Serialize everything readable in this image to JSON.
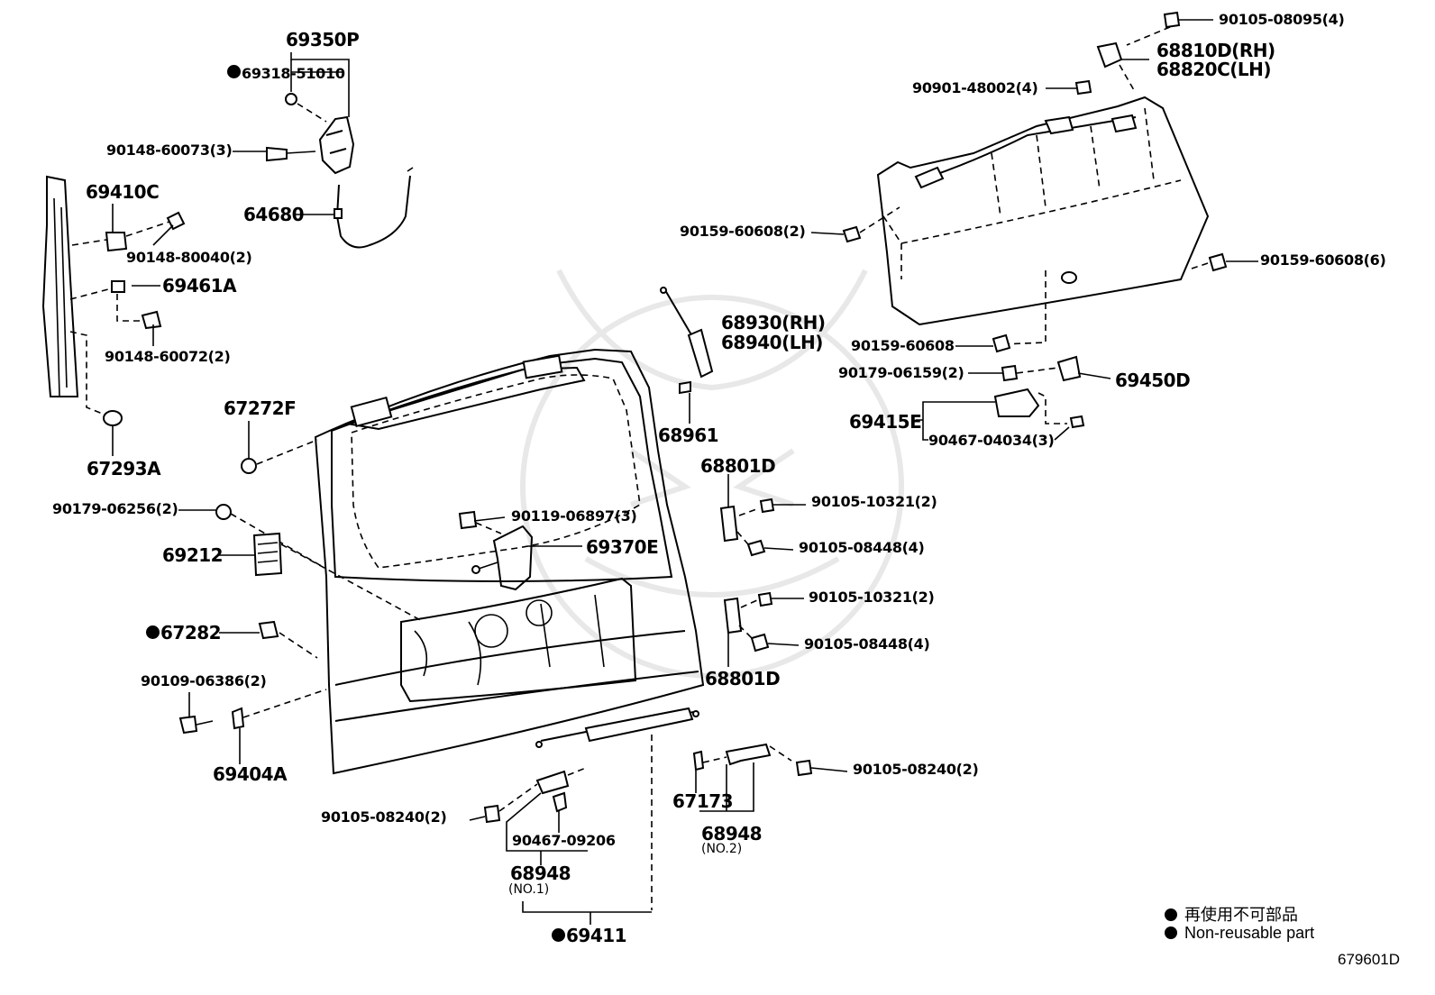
{
  "labels": {
    "p69350P": "69350P",
    "p69318": "69318-51010",
    "p90148_60073": "90148-60073(3)",
    "p64680": "64680",
    "p69410C": "69410C",
    "p90148_80040": "90148-80040(2)",
    "p69461A": "69461A",
    "p90148_60072": "90148-60072(2)",
    "p67293A": "67293A",
    "p67272F": "67272F",
    "p90179_06256": "90179-06256(2)",
    "p69212": "69212",
    "p67282": "67282",
    "p90109_06386": "90109-06386(2)",
    "p69404A": "69404A",
    "p90119_06897": "90119-06897(3)",
    "p69370E": "69370E",
    "p68930": "68930(RH)",
    "p68940": "68940(LH)",
    "p68961": "68961",
    "p68801D_top": "68801D",
    "p90105_10321_a": "90105-10321(2)",
    "p90105_08448_a": "90105-08448(4)",
    "p90105_10321_b": "90105-10321(2)",
    "p90105_08448_b": "90105-08448(4)",
    "p68801D_bottom": "68801D",
    "p90105_08240_right": "90105-08240(2)",
    "p67173": "67173",
    "p68948_no2": "68948",
    "no2": "(NO.2)",
    "p90105_08240_left": "90105-08240(2)",
    "p90467_09206": "90467-09206",
    "p68948_no1": "68948",
    "no1": "(NO.1)",
    "p69411": "69411",
    "p90105_08095": "90105-08095(4)",
    "p68810D": "68810D(RH)",
    "p68820C": "68820C(LH)",
    "p90901_48002": "90901-48002(4)",
    "p90159_60608_2": "90159-60608(2)",
    "p90159_60608_6": "90159-60608(6)",
    "p90159_60608": "90159-60608",
    "p90179_06159": "90179-06159(2)",
    "p69450D": "69450D",
    "p69415E": "69415E",
    "p90467_04034": "90467-04034(3)"
  },
  "legend": {
    "jp": "再使用不可部品",
    "en": "Non-reusable part"
  },
  "diagram_code": "679601D",
  "icons": {
    "non_reusable": "filled-circle"
  }
}
